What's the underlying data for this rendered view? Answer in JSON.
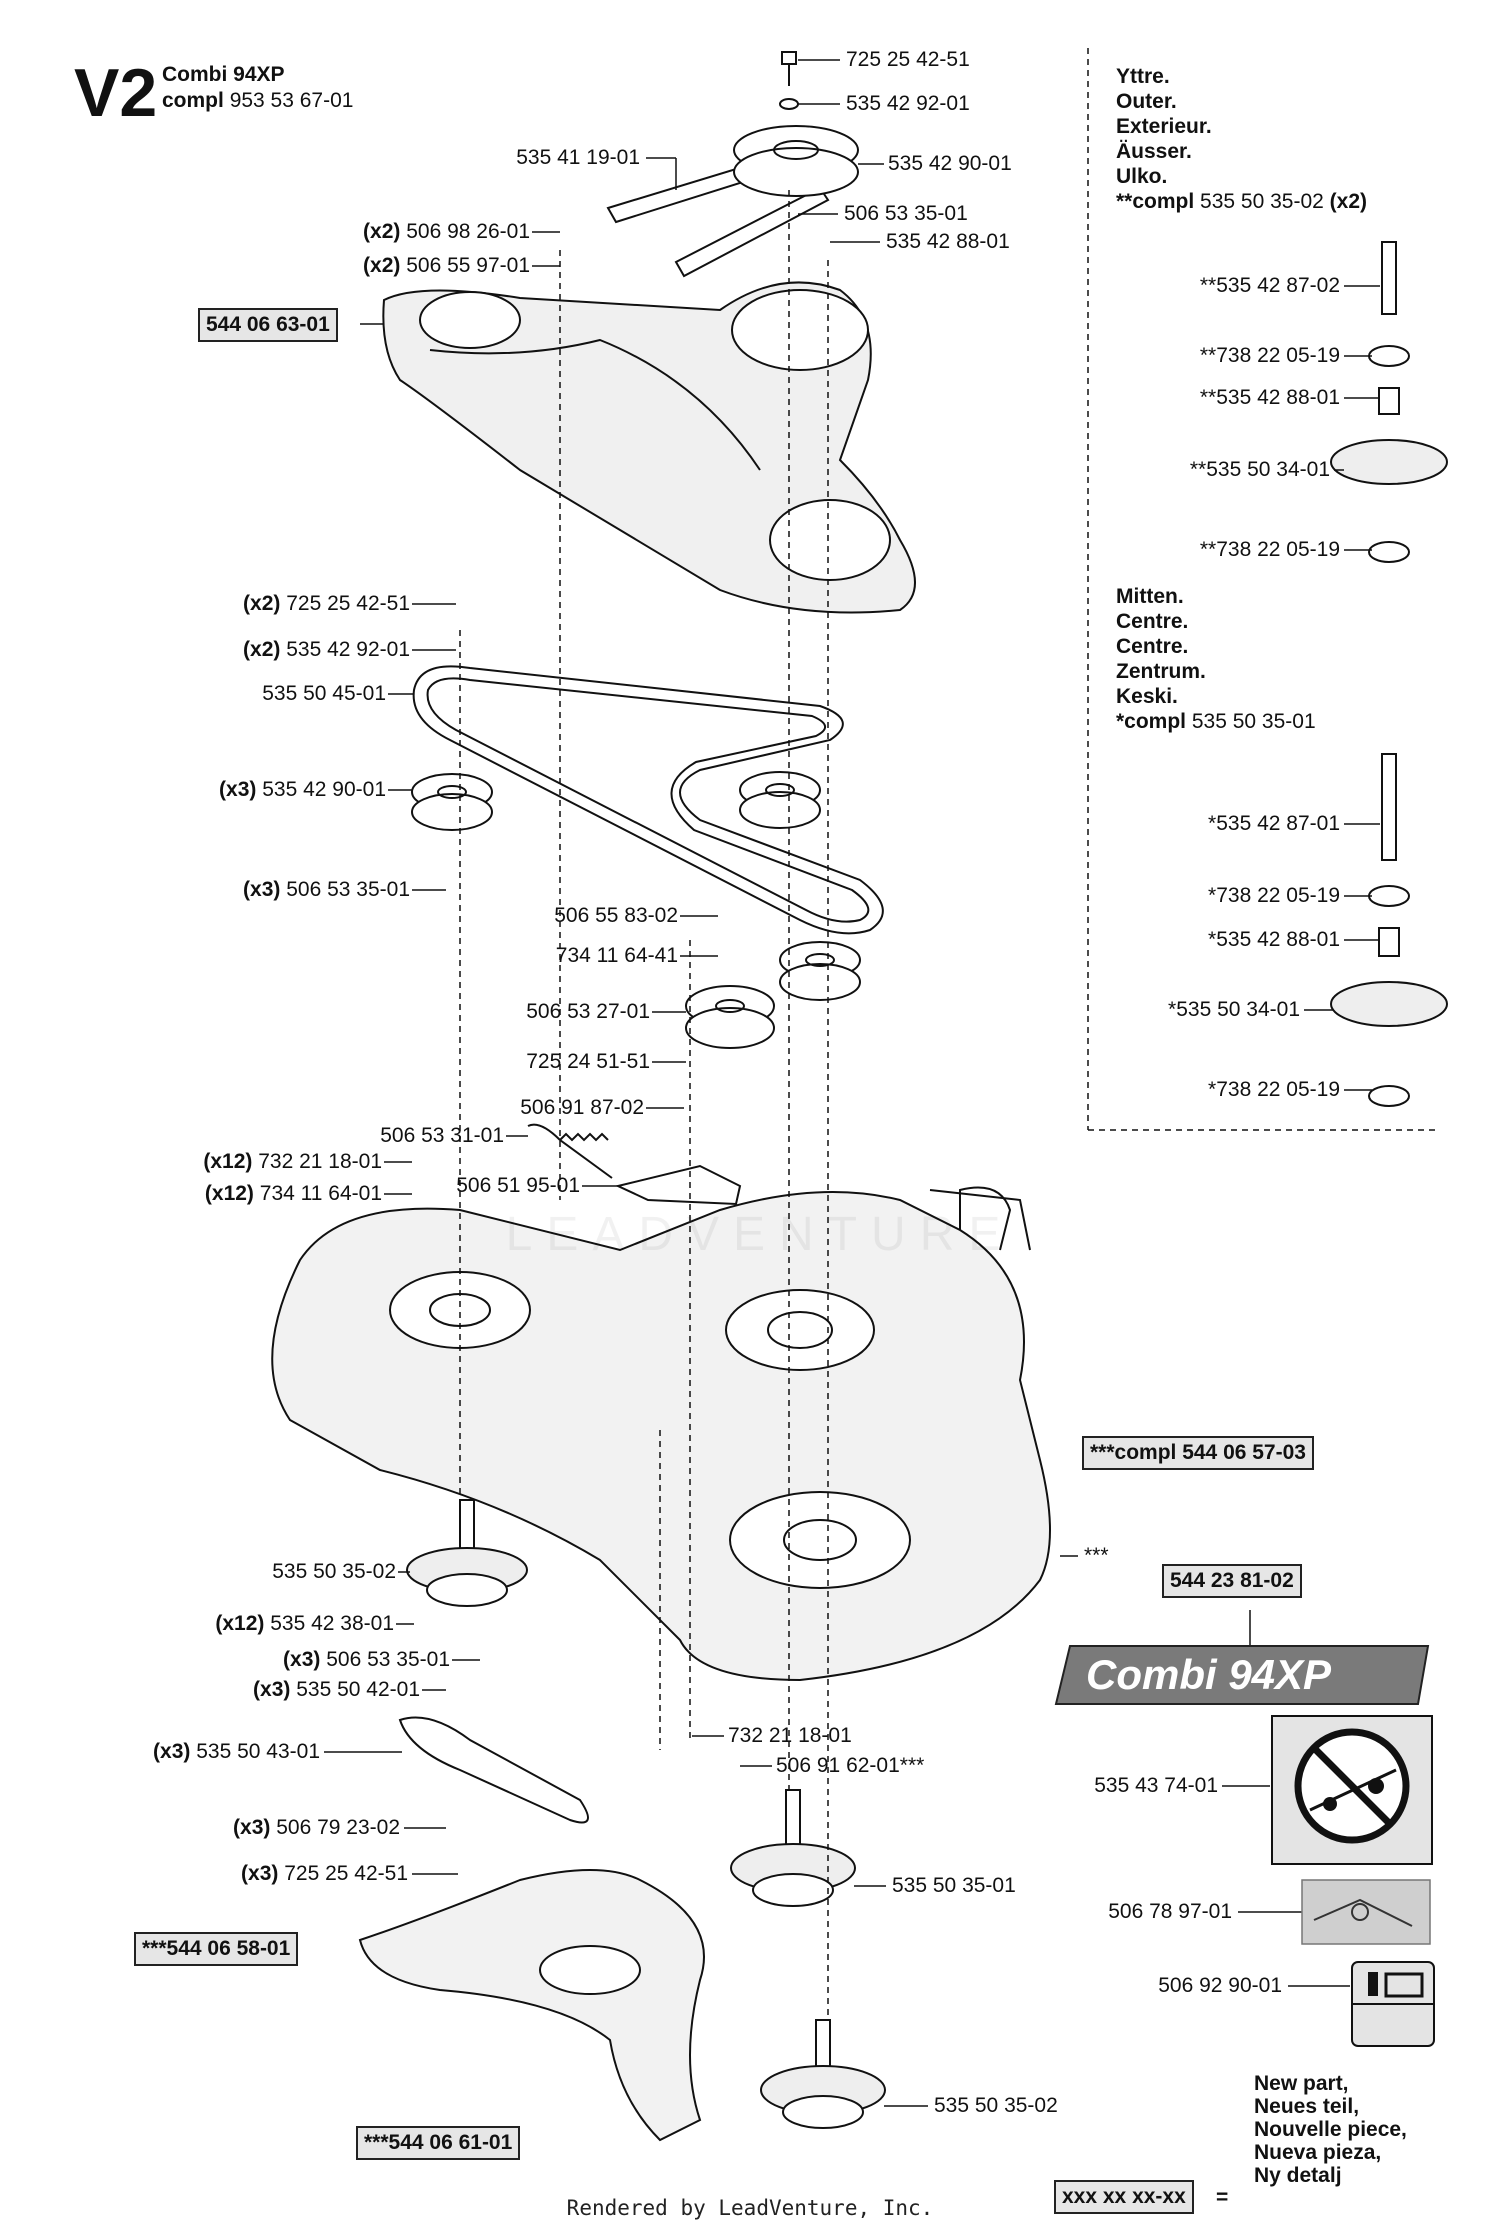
{
  "header": {
    "code": "V2",
    "model": "Combi 94XP",
    "compl_word": "compl",
    "compl_number": "953 53 67-01"
  },
  "labels": {
    "l1": {
      "qty": "",
      "part": "725 25 42-51"
    },
    "l2": {
      "qty": "",
      "part": "535 42 92-01"
    },
    "l3": {
      "qty": "",
      "part": "535 41 19-01"
    },
    "l4": {
      "qty": "",
      "part": "535 42 90-01"
    },
    "l5": {
      "qty": "(x2)",
      "part": "506 98 26-01"
    },
    "l6": {
      "qty": "(x2)",
      "part": "506 55 97-01"
    },
    "l7": {
      "qty": "",
      "part": "506 53 35-01"
    },
    "l8": {
      "qty": "",
      "part": "535 42 88-01"
    },
    "l9": {
      "qty": "(x2)",
      "part": "725 25 42-51"
    },
    "l10": {
      "qty": "(x2)",
      "part": "535 42 92-01"
    },
    "l11": {
      "qty": "",
      "part": "535 50 45-01"
    },
    "l12": {
      "qty": "(x3)",
      "part": "535 42 90-01"
    },
    "l13": {
      "qty": "(x3)",
      "part": "506 53 35-01"
    },
    "l14": {
      "qty": "",
      "part": "506 55 83-02"
    },
    "l15": {
      "qty": "",
      "part": "734 11 64-41"
    },
    "l16": {
      "qty": "",
      "part": "506 53 27-01"
    },
    "l17": {
      "qty": "",
      "part": "725 24 51-51"
    },
    "l18": {
      "qty": "",
      "part": "506 91 87-02"
    },
    "l19": {
      "qty": "",
      "part": "506 53 31-01"
    },
    "l20": {
      "qty": "(x12)",
      "part": "732 21 18-01"
    },
    "l21": {
      "qty": "(x12)",
      "part": "734 11 64-01"
    },
    "l22": {
      "qty": "",
      "part": "506 51 95-01"
    },
    "l23": {
      "qty": "",
      "part": "535 50 35-02"
    },
    "l24": {
      "qty": "(x12)",
      "part": "535 42 38-01"
    },
    "l25": {
      "qty": "(x3)",
      "part": "506 53 35-01"
    },
    "l26": {
      "qty": "(x3)",
      "part": "535 50 42-01"
    },
    "l27": {
      "qty": "(x3)",
      "part": "535 50 43-01"
    },
    "l28": {
      "qty": "(x3)",
      "part": "506 79 23-02"
    },
    "l29": {
      "qty": "(x3)",
      "part": "725 25 42-51"
    },
    "l30": {
      "qty": "",
      "part": "732 21 18-01"
    },
    "l31": {
      "qty": "",
      "part": "506 91 62-01***"
    },
    "l32": {
      "qty": "",
      "part": "535 50 35-01"
    },
    "l33": {
      "qty": "",
      "part": "535 50 35-02"
    },
    "l34": {
      "qty": "",
      "part": "535 43 74-01"
    },
    "l35": {
      "qty": "",
      "part": "506 78 97-01"
    },
    "l36": {
      "qty": "",
      "part": "506 92 90-01"
    },
    "l37": {
      "qty": "",
      "part": "***"
    }
  },
  "boxes": {
    "b1": "544 06 63-01",
    "b2": "***compl 544 06 57-03",
    "b3": "544 23 81-02",
    "b4": "***544 06 58-01",
    "b5": "***544 06 61-01",
    "b6": "xxx xx xx-xx"
  },
  "banner": "Combi 94XP",
  "sidebar": {
    "outer_heading": [
      "Yttre.",
      "Outer.",
      "Exterieur.",
      "Äusser.",
      "Ulko."
    ],
    "outer_compl_prefix": "**compl",
    "outer_compl_number": "535 50 35-02",
    "outer_compl_qty": "(x2)",
    "outer_parts": [
      "**535 42 87-02",
      "**738 22 05-19",
      "**535 42 88-01",
      "**535 50 34-01",
      "**738 22 05-19"
    ],
    "centre_heading": [
      "Mitten.",
      "Centre.",
      "Centre.",
      "Zentrum.",
      "Keski."
    ],
    "centre_compl_prefix": "*compl",
    "centre_compl_number": "535 50 35-01",
    "centre_parts": [
      "*535 42 87-01",
      "*738 22 05-19",
      "*535 42 88-01",
      "*535 50 34-01",
      "*738 22 05-19"
    ]
  },
  "legend": {
    "lines": [
      "New part,",
      "Neues teil,",
      "Nouvelle piece,",
      "Nueva pieza,",
      "Ny detalj"
    ],
    "equals": "="
  },
  "footer": "Rendered by LeadVenture, Inc."
}
